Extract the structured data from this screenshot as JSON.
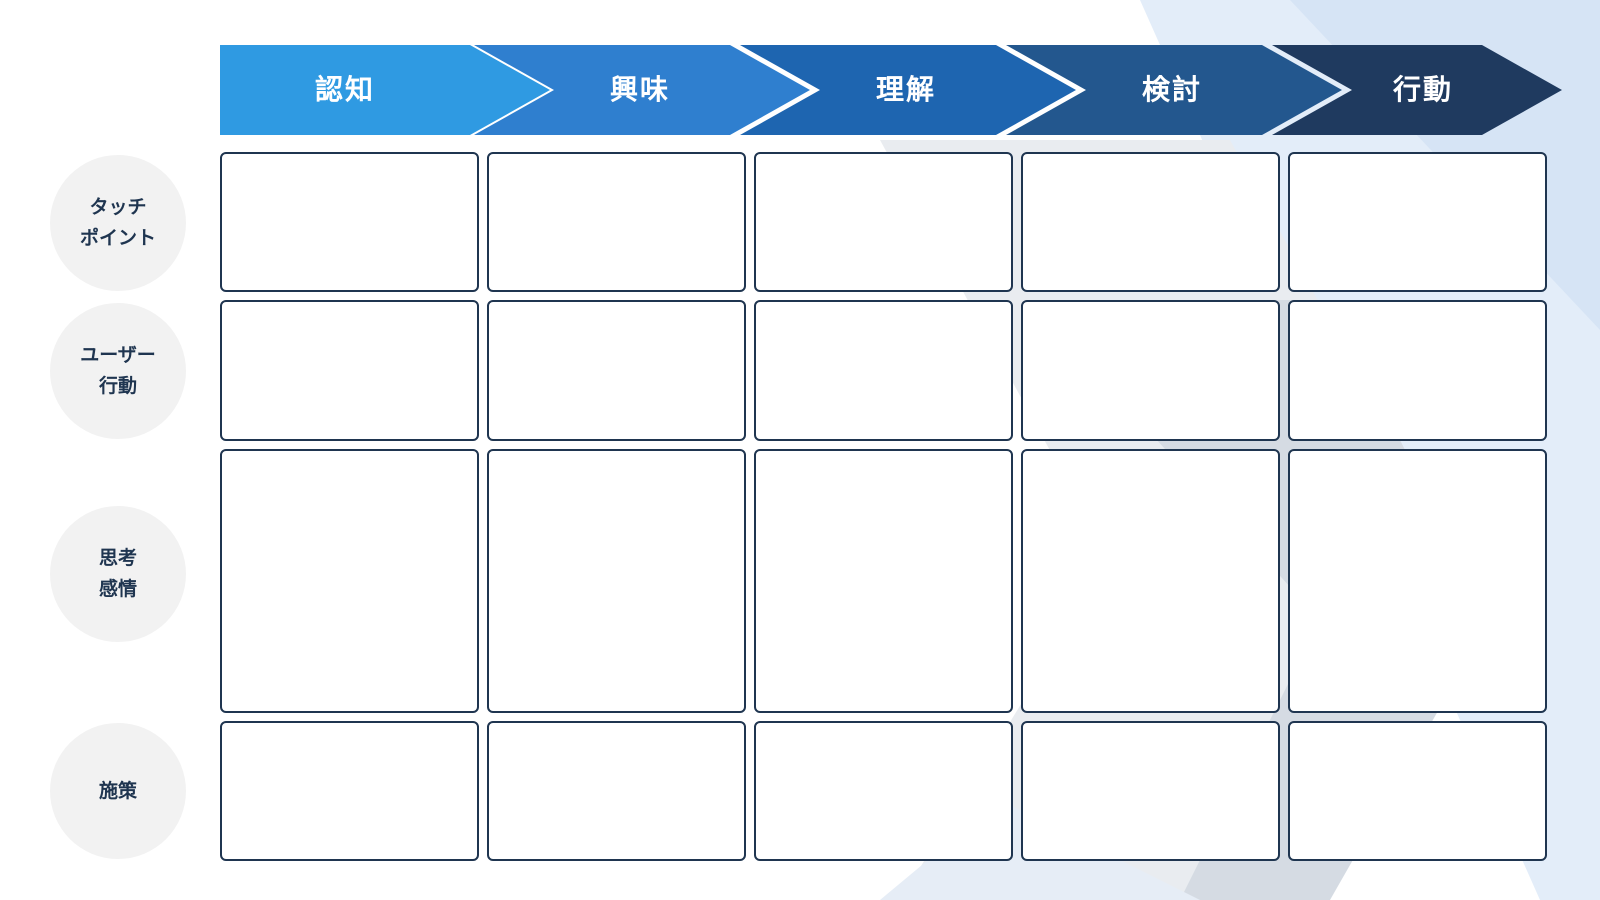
{
  "stages": [
    {
      "label": "認知",
      "color": "#2f9ae2"
    },
    {
      "label": "興味",
      "color": "#2f7fcf"
    },
    {
      "label": "理解",
      "color": "#1e65b0"
    },
    {
      "label": "検討",
      "color": "#23578e"
    },
    {
      "label": "行動",
      "color": "#1f3a5f"
    }
  ],
  "rows": [
    {
      "label": "タッチ\nポイント"
    },
    {
      "label": "ユーザー\n行動"
    },
    {
      "label": "思考\n感情"
    },
    {
      "label": "施策"
    }
  ],
  "colors": {
    "cell_border": "#1f3550",
    "row_circle": "#f2f2f2",
    "label_text": "#1f3550",
    "background_accent": "#dfe9f7"
  }
}
